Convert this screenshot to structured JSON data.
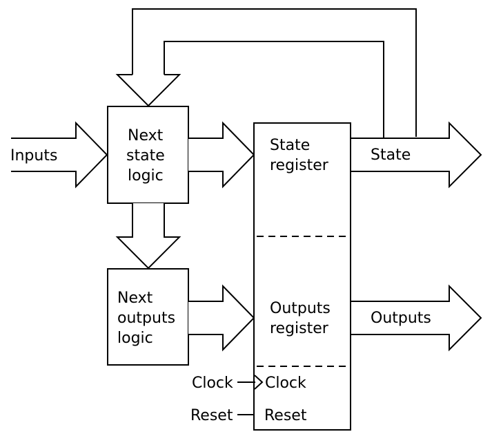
{
  "labels": {
    "inputs": "Inputs",
    "next_state_logic": [
      "Next",
      "state",
      "logic"
    ],
    "next_outputs_logic": [
      "Next",
      "outputs",
      "logic"
    ],
    "state_register": [
      "State",
      "register"
    ],
    "outputs_register": [
      "Outputs",
      "register"
    ],
    "state_out": "State",
    "outputs_out": "Outputs",
    "clock_in": "Clock",
    "clock_pin": "Clock",
    "reset_in": "Reset",
    "reset_pin": "Reset"
  }
}
